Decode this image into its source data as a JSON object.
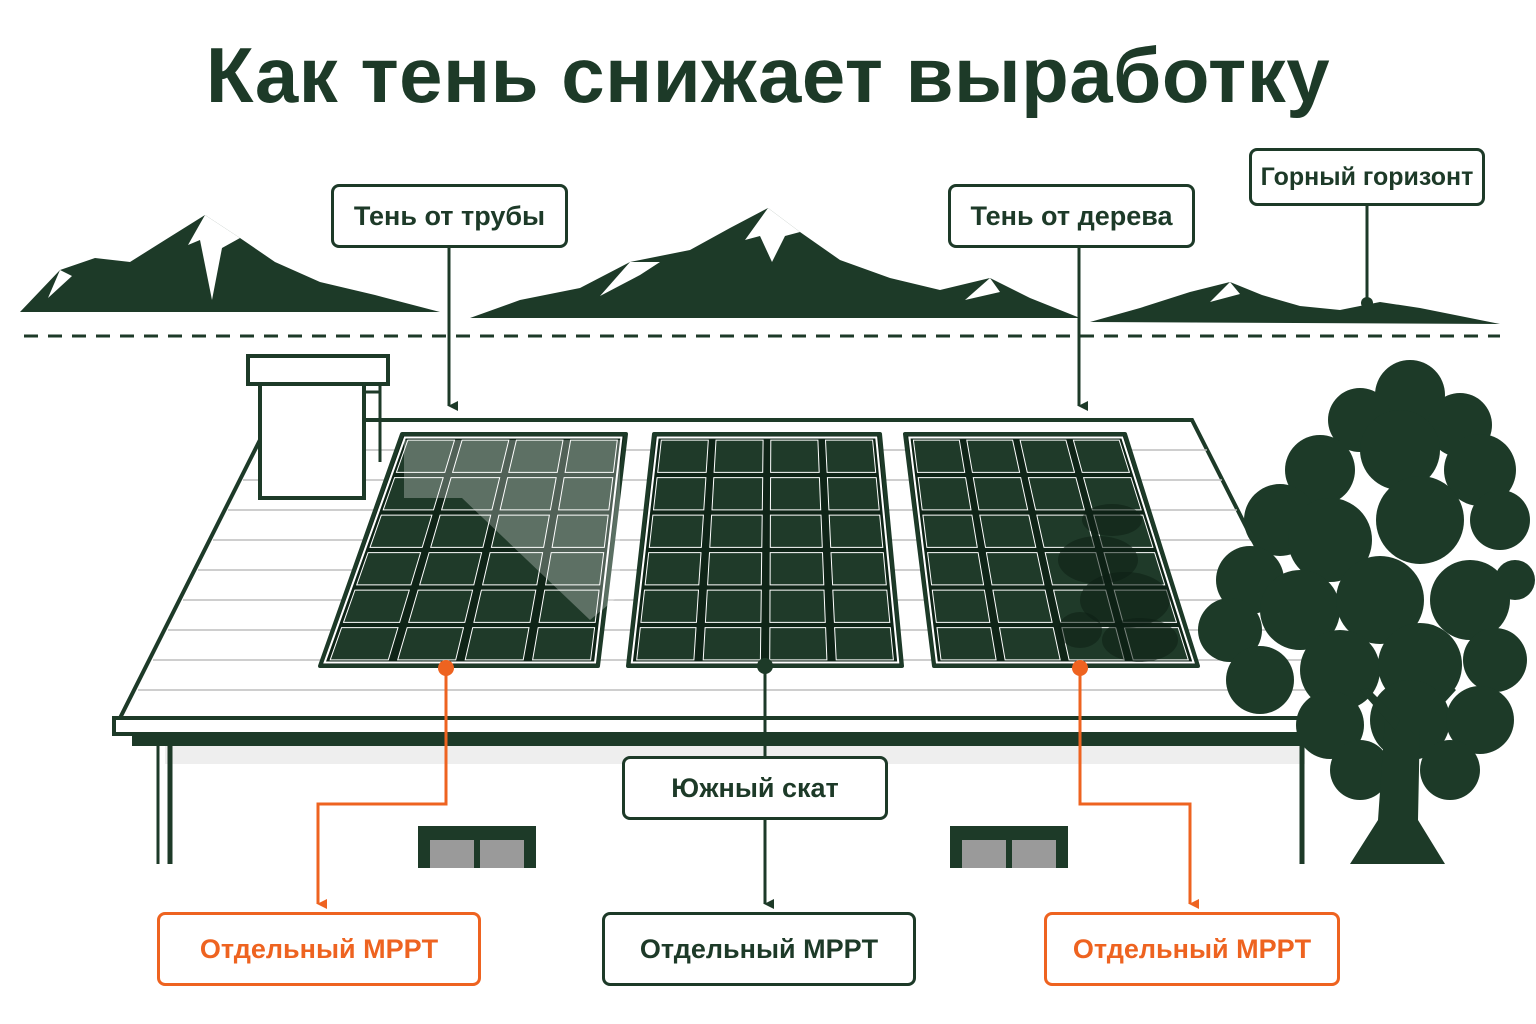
{
  "title": "Как тень снижает выработку",
  "labels": {
    "chimney_shadow": "Тень от трубы",
    "tree_shadow": "Тень от дерева",
    "mountain_horizon": "Горный горизонт",
    "south_slope": "Южный скат",
    "mppt_left": "Отдельный MPPT",
    "mppt_center": "Отдельный MPPT",
    "mppt_right": "Отдельный MPPT"
  },
  "colors": {
    "dark_green": "#1d3a28",
    "accent_orange": "#ee6320",
    "panel_cell": "#1f3a29",
    "background": "#ffffff"
  },
  "icons": [
    "mountain-range-icon",
    "chimney-icon",
    "solar-panel-icon",
    "tree-icon",
    "window-icon"
  ]
}
